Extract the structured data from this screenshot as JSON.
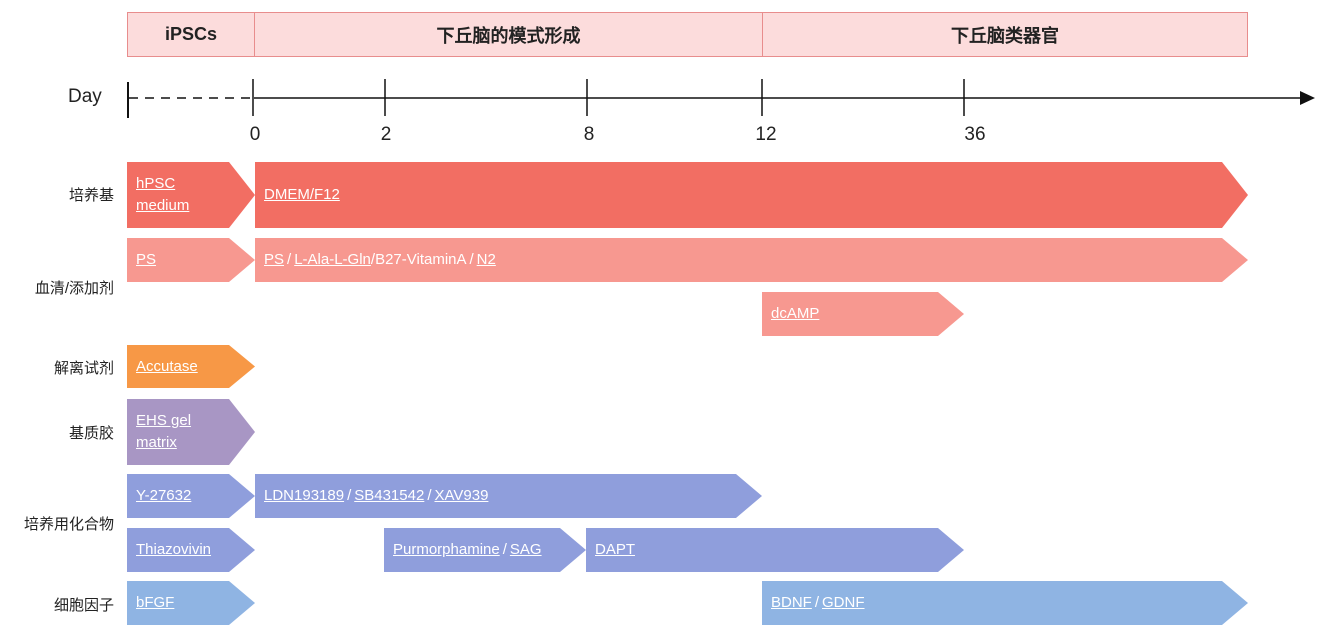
{
  "phases": {
    "ipscs": "iPSCs",
    "patterning": "下丘脑的模式形成",
    "organoid": "下丘脑类器官"
  },
  "timeline": {
    "day_label": "Day",
    "ticks": [
      "0",
      "2",
      "8",
      "12",
      "36"
    ]
  },
  "rows": {
    "medium": "培养基",
    "serum": "血清/添加剂",
    "dissociation": "解离试剂",
    "matrix": "基质胶",
    "compounds": "培养用化合物",
    "cytokines": "细胞因子"
  },
  "bars": {
    "hpsc_medium": [
      "hPSC",
      "medium"
    ],
    "dmem": "DMEM/F12",
    "ps1": "PS",
    "ps2": "PS",
    "ala": "L-Ala-L-Gln",
    "b27": "B27-VitaminA",
    "n2": "N2",
    "dcamp": "dcAMP",
    "accutase": "Accutase",
    "ehs": [
      "EHS gel",
      "matrix"
    ],
    "y27632": "Y-27632",
    "ldn": "LDN193189",
    "sb": "SB431542",
    "xav": "XAV939",
    "thiazovivin": "Thiazovivin",
    "purmorphamine": "Purmorphamine",
    "sag": "SAG",
    "dapt": "DAPT",
    "bfgf": "bFGF",
    "bdnf": "BDNF",
    "gdnf": "GDNF"
  },
  "colors": {
    "phase_fill": "#fcdcdc",
    "phase_border": "#e88d8d",
    "medium": "#f26e63",
    "serum": "#f79890",
    "dissociation": "#f79846",
    "matrix": "#a896c4",
    "compounds": "#8f9edc",
    "cytokines": "#8fb4e3"
  }
}
